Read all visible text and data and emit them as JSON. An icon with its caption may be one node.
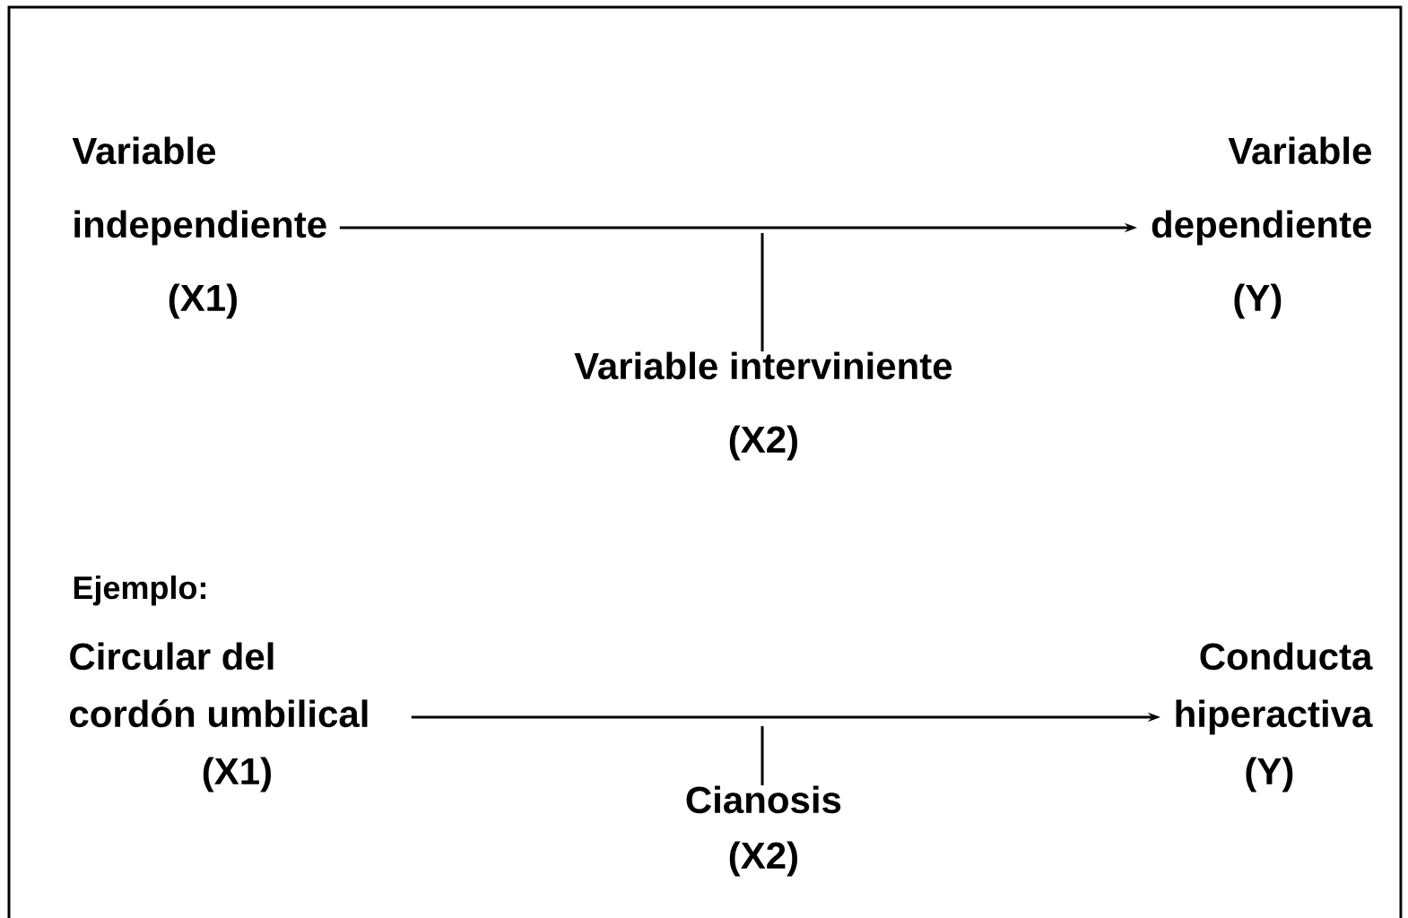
{
  "diagram": {
    "nodes": [
      {
        "text": [
          "Variable independiente",
          "(X1)"
        ]
      },
      {
        "text": [
          "Variable dependiente",
          "(Y)"
        ]
      },
      {
        "text": [
          "Variable interviniente",
          "(X2)"
        ]
      },
      {
        "text": [
          "Circular del cordón umbilical",
          "(X1)"
        ]
      },
      {
        "text": [
          "Conducta hiperactiva",
          "(Y)"
        ]
      },
      {
        "text": [
          "Cianosis",
          "(X2)"
        ]
      }
    ],
    "edges": [
      {
        "from": 0,
        "to": 1,
        "arrow": "to"
      },
      {
        "from": 2,
        "to": null,
        "arrow": "none"
      },
      {
        "from": 3,
        "to": 4,
        "arrow": "to"
      },
      {
        "from": 5,
        "to": null,
        "arrow": "none"
      }
    ],
    "labels": [
      "Ejemplo:"
    ]
  }
}
